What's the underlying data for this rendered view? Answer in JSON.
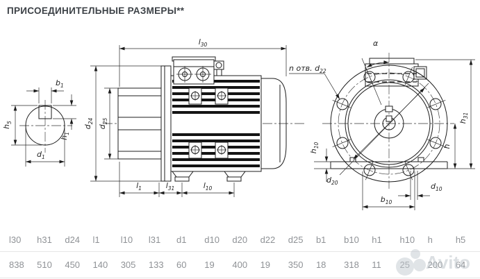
{
  "title": "ПРИСОЕДИНИТЕЛЬНЫЕ РАЗМЕРЫ**",
  "drawing": {
    "labels": {
      "b1": {
        "base": "b",
        "sub": "1"
      },
      "h1": {
        "base": "h",
        "sub": "1"
      },
      "h5": {
        "base": "h",
        "sub": "5"
      },
      "d1": {
        "base": "d",
        "sub": "1"
      },
      "l30": {
        "base": "l",
        "sub": "30"
      },
      "d24": {
        "base": "d",
        "sub": "24"
      },
      "d25": {
        "base": "d",
        "sub": "25"
      },
      "l1": {
        "base": "l",
        "sub": "1"
      },
      "l31": {
        "base": "l",
        "sub": "31"
      },
      "l10": {
        "base": "l",
        "sub": "10"
      },
      "alpha": {
        "base": "α",
        "sub": ""
      },
      "n_holes": {
        "base": "n отв. d",
        "sub": "22"
      },
      "d20": {
        "base": "d",
        "sub": "20"
      },
      "b10": {
        "base": "b",
        "sub": "10"
      },
      "d10": {
        "base": "d",
        "sub": "10"
      },
      "h10": {
        "base": "h",
        "sub": "10"
      },
      "h": {
        "base": "h",
        "sub": ""
      },
      "h31": {
        "base": "h",
        "sub": "31"
      }
    }
  },
  "table": {
    "columns": [
      {
        "label": "l30",
        "value": "838"
      },
      {
        "label": "h31",
        "value": "510"
      },
      {
        "label": "d24",
        "value": "450"
      },
      {
        "label": "l1",
        "value": "140"
      },
      {
        "label": "l10",
        "value": "305"
      },
      {
        "label": "l31",
        "value": "133"
      },
      {
        "label": "d1",
        "value": "60"
      },
      {
        "label": "d10",
        "value": "19"
      },
      {
        "label": "d20",
        "value": "400"
      },
      {
        "label": "d22",
        "value": "19"
      },
      {
        "label": "d25",
        "value": "350"
      },
      {
        "label": "b1",
        "value": "18"
      },
      {
        "label": "b10",
        "value": "318"
      },
      {
        "label": "h1",
        "value": "11"
      },
      {
        "label": "h10",
        "value": "25"
      },
      {
        "label": "h",
        "value": "200"
      },
      {
        "label": "h5",
        "value": "64"
      }
    ]
  },
  "watermark": {
    "label": "Avito"
  },
  "colors": {
    "line": "#1c1c1c",
    "title_text": "#3d4247",
    "table_text": "#8f9296",
    "divider": "#e6e6e6",
    "watermark": "#c3cad1"
  }
}
